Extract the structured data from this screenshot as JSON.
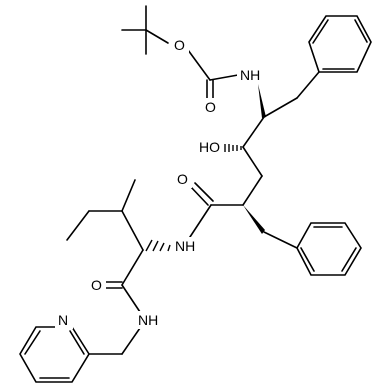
{
  "molecule": {
    "atom_labels": {
      "o_carbamate_ester": "O",
      "o_carbamate_carbonyl": "O",
      "nh_carbamate": "NH",
      "ho": "HO",
      "o_amide1": "O",
      "nh_amide1": "NH",
      "o_amide2": "O",
      "nh_amide2": "NH",
      "n_pyridine": "N"
    }
  }
}
